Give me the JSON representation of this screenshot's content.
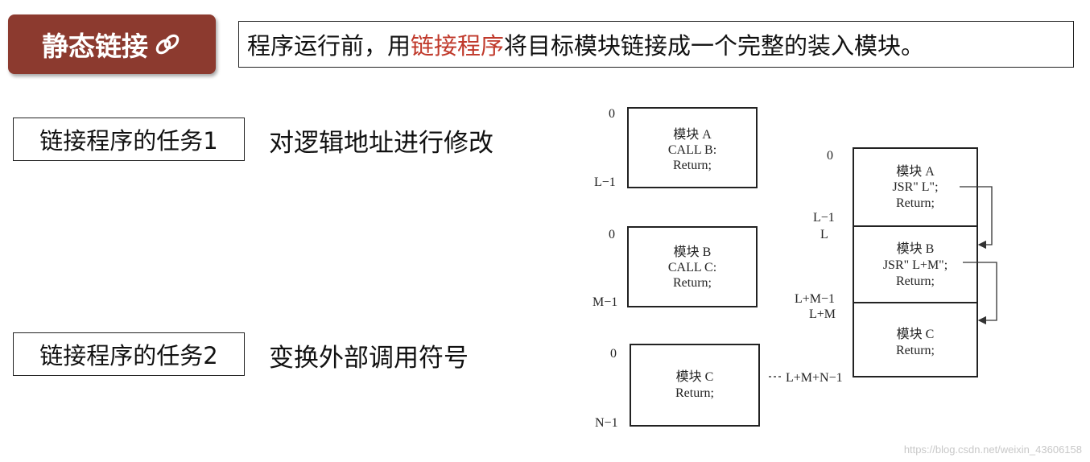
{
  "header": {
    "badge_label": "静态链接",
    "definition_pre": "程序运行前，用",
    "definition_highlight": "链接程序",
    "definition_post": "将目标模块链接成一个完整的装入模块。",
    "highlight_color": "#c0392b",
    "badge_color": "#8c3a2f"
  },
  "tasks": [
    {
      "label": "链接程序的任务1",
      "desc": "对逻辑地址进行修改"
    },
    {
      "label": "链接程序的任务2",
      "desc": "变换外部调用符号"
    }
  ],
  "diagram": {
    "left_modules": [
      {
        "lines": [
          "模块 A",
          "CALL B:",
          "Return;"
        ],
        "top_label": "0",
        "bottom_label": "L−1"
      },
      {
        "lines": [
          "模块 B",
          "CALL C:",
          "Return;"
        ],
        "top_label": "0",
        "bottom_label": "M−1"
      },
      {
        "lines": [
          "模块 C",
          "Return;"
        ],
        "top_label": "0",
        "bottom_label": "N−1"
      }
    ],
    "right_modules": [
      {
        "lines": [
          "模块 A",
          "JSR\" L\";",
          "Return;"
        ]
      },
      {
        "lines": [
          "模块 B",
          "JSR\" L+M\";",
          "Return;"
        ]
      },
      {
        "lines": [
          "模块 C",
          "Return;"
        ]
      }
    ],
    "right_labels": [
      "0",
      "L−1",
      "L",
      "L+M−1",
      "L+M",
      "L+M+N−1"
    ]
  },
  "watermark": "https://blog.csdn.net/weixin_43606158"
}
